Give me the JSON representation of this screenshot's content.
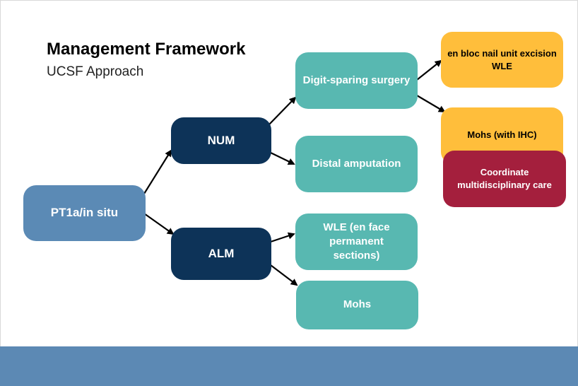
{
  "title": "Management Framework",
  "subtitle": "UCSF Approach",
  "nodes": {
    "start": "PT1a/in situ",
    "num": "NUM",
    "alm": "ALM",
    "digit_sparing": "Digit-sparing surgery",
    "distal_amputation": "Distal amputation",
    "wle_en_face": "WLE (en face permanent sections)",
    "mohs": "Mohs",
    "en_bloc": "en bloc nail unit excision WLE",
    "mohs_ihc": "Mohs (with IHC)",
    "coordinate": "Coordinate multidisciplinary care"
  },
  "colors": {
    "start": "#5b8ab5",
    "mid": "#0d3358",
    "teal": "#58b8b1",
    "gold": "#ffbe3b",
    "red": "#a41f3d",
    "band": "#5c89b4"
  }
}
